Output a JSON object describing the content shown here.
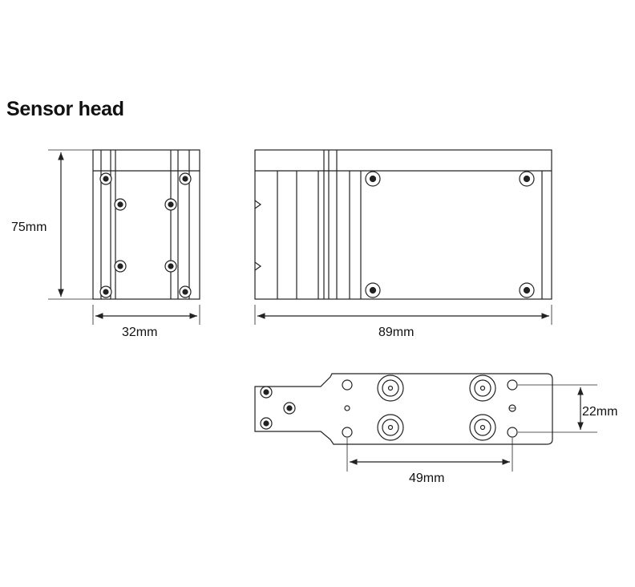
{
  "title": "Sensor head",
  "dimensions": {
    "height": "75mm",
    "width": "32mm",
    "length": "89mm",
    "hole_spacing_vertical": "22mm",
    "hole_spacing_horizontal": "49mm"
  },
  "colors": {
    "line": "#222222",
    "background": "#ffffff"
  }
}
